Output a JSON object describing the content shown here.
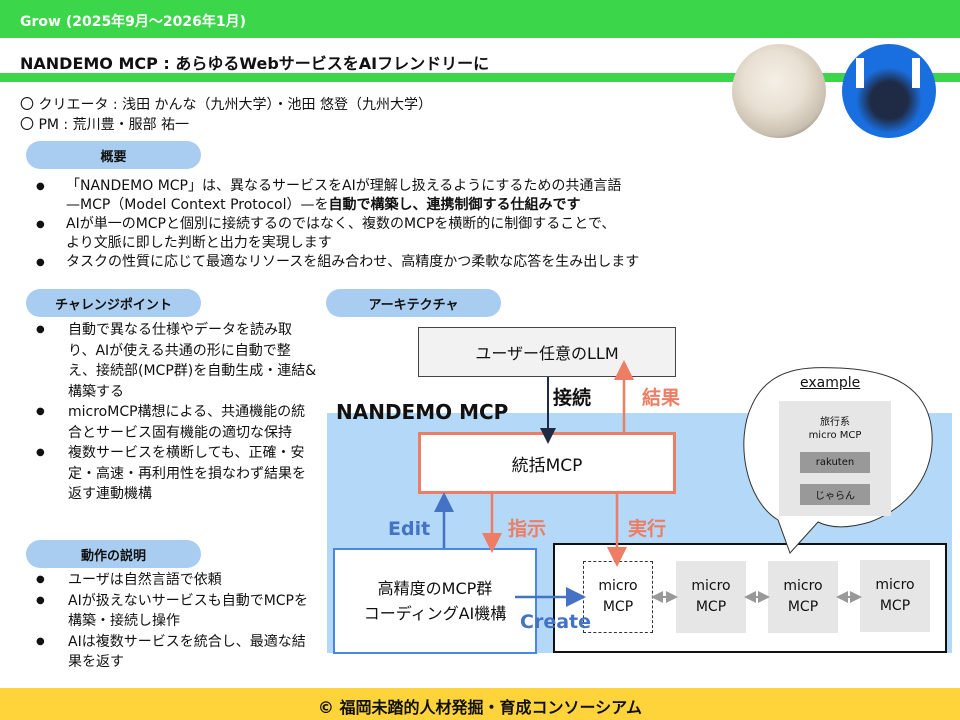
{
  "header": {
    "program": "Grow (2025年9月～2026年1月)",
    "title": "NANDEMO MCP : あらゆるWebサービスをAIフレンドリーに"
  },
  "people": {
    "creators": "〇 クリエータ : 浅田 かんな（九州大学）・池田 悠登（九州大学）",
    "pm": "〇 PM : 荒川豊・服部 祐一"
  },
  "overview": {
    "label": "概要",
    "bullets": [
      "「NANDEMO MCP」は、異なるサービスをAIが理解し扱えるようにするための共通言語",
      "—MCP（Model Context Protocol）—を",
      "自動で構築し、連携制御する仕組み",
      "です",
      "AIが単一のMCPと個別に接続するのではなく、複数のMCPを横断的に制御することで、",
      "より文脈に即した判断と出力を実現します",
      "タスクの性質に応じて最適なリソースを組み合わせ、高精度かつ柔軟な応答を生み出します"
    ]
  },
  "challenge": {
    "label": "チャレンジポイント",
    "bullets": [
      "自動で異なる仕様やデータを読み取り、AIが使える共通の形に自動で整え、接続部(MCP群)を自動生成・連結&構築する",
      "microMCP構想による、共通機能の統合とサービス固有機能の適切な保持",
      "複数サービスを横断しても、正確・安定・高速・再利用性を損なわず結果を返す連動機構"
    ]
  },
  "operation": {
    "label": "動作の説明",
    "bullets": [
      "ユーザは自然言語で依頼",
      "AIが扱えないサービスも自動でMCPを構築・接続し操作",
      "AIは複数サービスを統合し、最適な結果を返す"
    ]
  },
  "architecture": {
    "label": "アーキテクチャ",
    "llm": "ユーザー任意のLLM",
    "connect": "接続",
    "result": "結果",
    "system": "NANDEMO MCP",
    "hub": "統括MCP",
    "instruct": "指示",
    "execute": "実行",
    "edit": "Edit",
    "create": "Create",
    "generator": [
      "高精度のMCP群",
      "コーディングAI機構"
    ],
    "micro": [
      "micro MCP",
      "micro MCP",
      "micro MCP",
      "micro MCP"
    ],
    "example": {
      "title": "example",
      "category": [
        "旅行系",
        "micro MCP"
      ],
      "services": [
        "rakuten",
        "じゃらん"
      ]
    }
  },
  "footer": "© 福岡未踏的人材発掘・育成コンソーシアム",
  "colors": {
    "green": "#3cd64a",
    "salmon": "#ed7d64",
    "blue": "#4472c4",
    "lightblue": "#b4d8f7",
    "yellow": "#ffd43b"
  }
}
